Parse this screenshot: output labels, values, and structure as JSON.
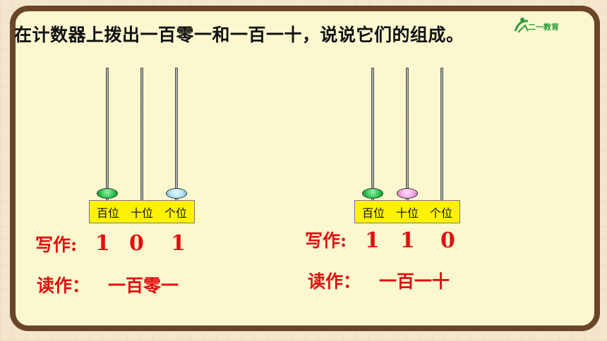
{
  "title": "在计数器上拨出一百零一和一百一十，说说它们的组成。",
  "logo_text": "二一教育",
  "colors": {
    "frame": "#6b4527",
    "board": "#fbf8cf",
    "accent_red": "#e01010",
    "base_yellow": "#fff200",
    "bead_green": "#22c24a",
    "bead_blue": "#a9dff0",
    "bead_pink": "#f2a2e6"
  },
  "left": {
    "places": [
      "百位",
      "十位",
      "个位"
    ],
    "bead_counts": [
      1,
      0,
      1
    ],
    "write_label": "写作:",
    "digits": [
      "1",
      "0",
      "1"
    ],
    "read_label": "读作：",
    "read_value": "一百零一"
  },
  "right": {
    "places": [
      "百位",
      "十位",
      "个位"
    ],
    "bead_counts": [
      1,
      1,
      0
    ],
    "write_label": "写作:",
    "digits": [
      "1",
      "1",
      "0"
    ],
    "read_label": "读作：",
    "read_value": "一百一十"
  }
}
